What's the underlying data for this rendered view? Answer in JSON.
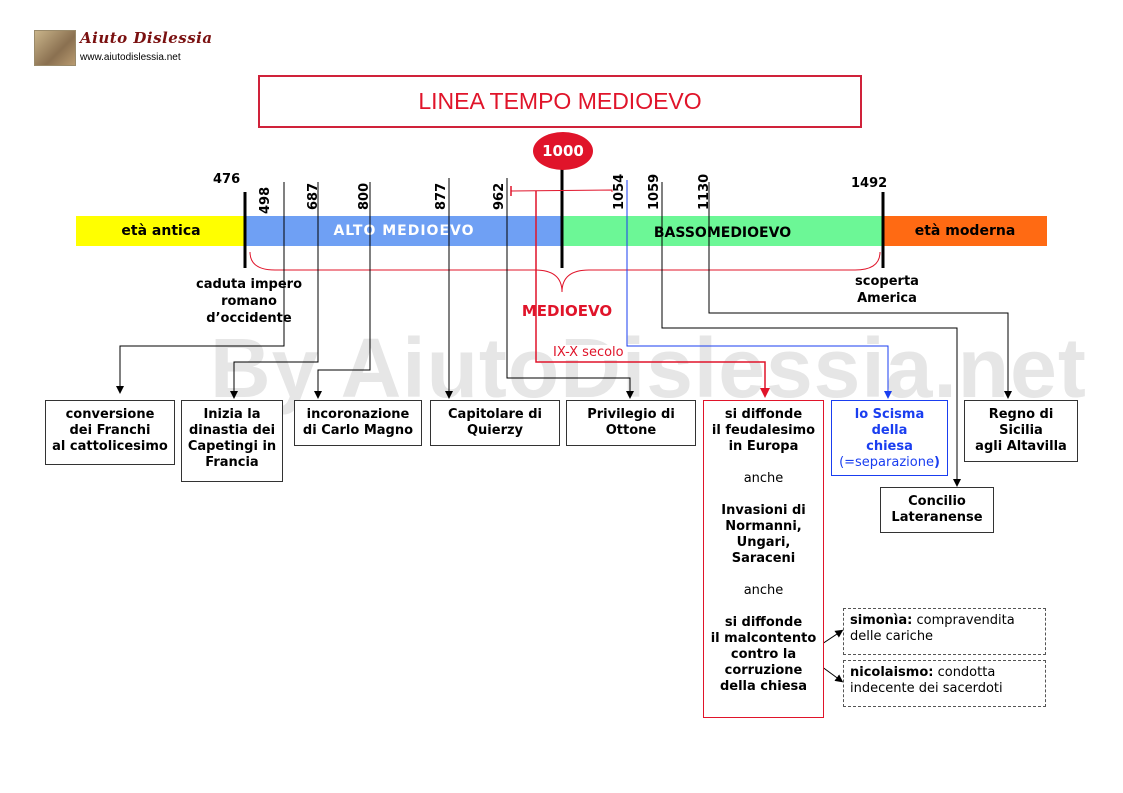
{
  "logo": {
    "name": "Aiuto Dislessia",
    "url": "www.aiutodislessia.net"
  },
  "watermark": "By AiutoDislessia.net",
  "title": "LINEA TEMPO MEDIOEVO",
  "eras": [
    "età antica",
    "ALTO MEDIOEVO",
    "BASSOMEDIOEVO",
    "età moderna"
  ],
  "years": {
    "y476": "476",
    "y498": "498",
    "y687": "687",
    "y800": "800",
    "y877": "877",
    "y962": "962",
    "y1000": "1000",
    "y1054": "1054",
    "y1059": "1059",
    "y1130": "1130",
    "y1492": "1492"
  },
  "labels": {
    "caduta": [
      "caduta impero",
      "romano",
      "d’occidente"
    ],
    "scoperta": [
      "scoperta",
      "America"
    ],
    "medioevo": "MEDIOEVO",
    "ix_x": "IX-X secolo"
  },
  "boxes": {
    "franchi": [
      "conversione",
      "dei Franchi",
      "al cattolicesimo"
    ],
    "capetingi": [
      "Inizia la",
      "dinastia dei",
      "Capetingi in",
      "Francia"
    ],
    "carlo": [
      "incoronazione",
      "di Carlo Magno"
    ],
    "capitolare": [
      "Capitolare di",
      "Quierzy"
    ],
    "ottone": [
      "Privilegio di",
      "Ottone"
    ],
    "feudale": {
      "l1": "si diffonde",
      "l2": "il feudalesimo",
      "l3": "in Europa",
      "anche1": "anche",
      "l4": "Invasioni di",
      "l5": "Normanni,",
      "l6": "Ungari,",
      "l7": "Saraceni",
      "anche2": "anche",
      "l8": "si diffonde",
      "l9": "il malcontento",
      "l10": "contro la",
      "l11": "corruzione",
      "l12": "della chiesa"
    },
    "scisma": [
      "lo Scisma",
      "della",
      "chiesa",
      "(=separazione",
      ")"
    ],
    "sicilia": [
      "Regno di",
      "Sicilia",
      "agli Altavilla"
    ],
    "concilio": [
      "Concilio",
      "Lateranense"
    ]
  },
  "notes": {
    "simonia_term": "simonìa:",
    "simonia_def1": "compravendita",
    "simonia_def2": "delle cariche",
    "nicolaismo_term": "nicolaismo:",
    "nicolaismo_def1": "condotta",
    "nicolaismo_def2": "indecente dei sacerdoti"
  },
  "colors": {
    "eta_antica": "#ffff00",
    "alto_medioevo": "#6fa0f4",
    "basso_medioevo": "#6cf796",
    "eta_moderna": "#ff6a13",
    "accent_red": "#e0142a",
    "accent_blue": "#1a3ef0"
  }
}
